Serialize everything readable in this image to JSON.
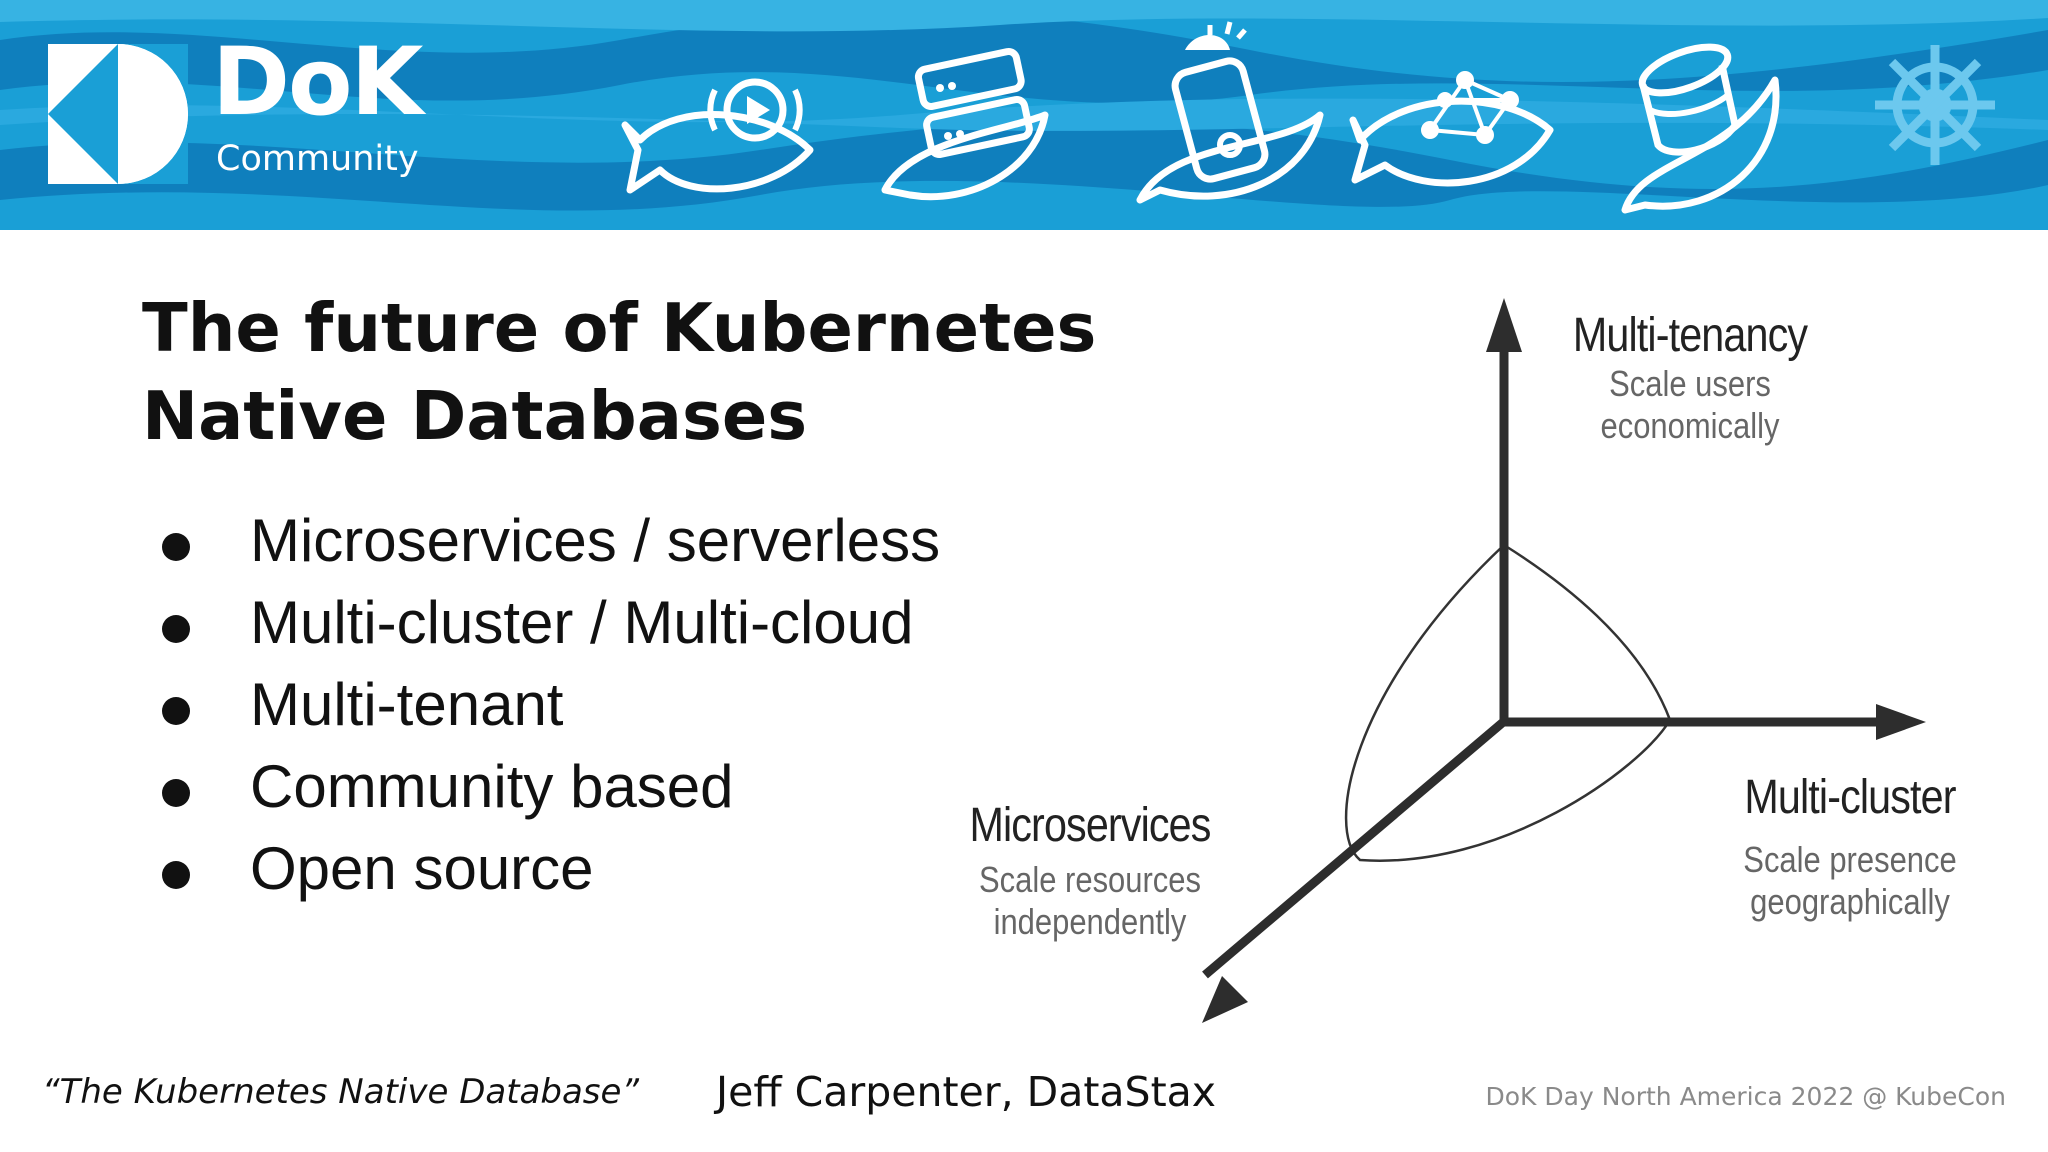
{
  "brand": {
    "name": "DoK",
    "subtitle": "Community",
    "banner_color": "#1a9fd6",
    "wave_color": "#0f7fbd",
    "mascot_icons": [
      "video-icon",
      "servers-icon",
      "device-icon",
      "network-icon",
      "database-icon",
      "helm-wheel-icon"
    ]
  },
  "slide": {
    "title_line1": "The future of Kubernetes",
    "title_line2": "Native Databases",
    "bullets": [
      "Microservices / serverless",
      "Multi-cluster / Multi-cloud",
      "Multi-tenant",
      "Community based",
      "Open source"
    ]
  },
  "diagram": {
    "axes": [
      {
        "label": "Multi-tenancy",
        "sub1": "Scale users",
        "sub2": "economically"
      },
      {
        "label": "Multi-cluster",
        "sub1": "Scale presence",
        "sub2": "geographically"
      },
      {
        "label": "Microservices",
        "sub1": "Scale resources",
        "sub2": "independently"
      }
    ]
  },
  "footer": {
    "quote": "“The Kubernetes Native Database”",
    "author": "Jeff Carpenter, DataStax",
    "event": "DoK Day North America 2022 @ KubeCon"
  }
}
